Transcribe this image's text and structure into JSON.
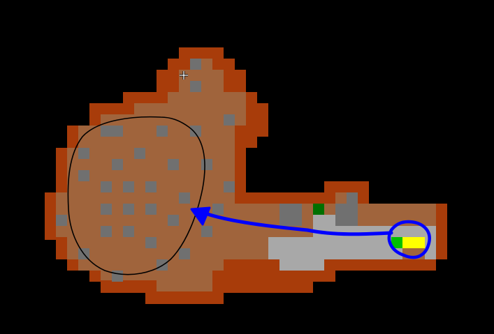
{
  "map": {
    "colors": {
      "background": "#000000",
      "wall": "#a83c0a",
      "floor": "#a0643c",
      "rock": "#707070",
      "explored": "#a8a8a8",
      "dark_green": "#007000",
      "green": "#00c000",
      "yellow": "#ffff00",
      "route_stroke": "#0000ff",
      "region_outline": "#000000"
    },
    "annotations": [
      {
        "kind": "route-arrow",
        "description_icon": "blue-arrow-icon"
      },
      {
        "kind": "start-circle",
        "description_icon": "blue-circle-icon"
      },
      {
        "kind": "region-outline",
        "description_icon": "black-loop-icon"
      }
    ],
    "cursor_icon": "crosshair-icon"
  }
}
